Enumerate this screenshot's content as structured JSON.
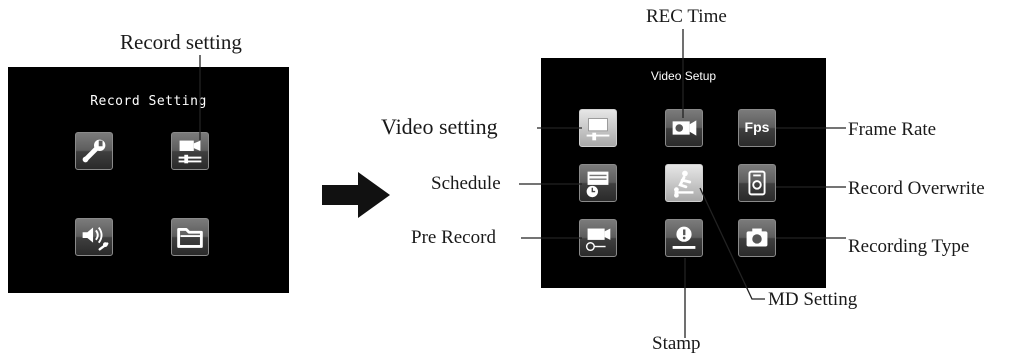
{
  "left_screen": {
    "title": "Record Setting",
    "icons": [
      "wrench-icon",
      "record-setting-icon",
      "audio-setting-icon",
      "folder-icon"
    ]
  },
  "right_screen": {
    "title": "Video Setup",
    "icons": [
      "video-setting-icon",
      "rec-time-icon",
      "fps-icon",
      "schedule-icon",
      "md-setting-icon",
      "record-overwrite-icon",
      "pre-record-icon",
      "stamp-icon",
      "recording-type-icon"
    ],
    "fps_icon_text": "Fps"
  },
  "callouts": {
    "record_setting": "Record setting",
    "rec_time": "REC Time",
    "video_setting": "Video setting",
    "frame_rate": "Frame Rate",
    "schedule": "Schedule",
    "record_overwrite": "Record Overwrite",
    "pre_record": "Pre Record",
    "recording_type": "Recording Type",
    "md_setting": "MD Setting",
    "stamp": "Stamp"
  },
  "colors": {
    "screen_bg": "#000000",
    "icon_dark": "#4a4a4a",
    "icon_light": "#d8d8d8",
    "text": "#1a1a1a"
  }
}
